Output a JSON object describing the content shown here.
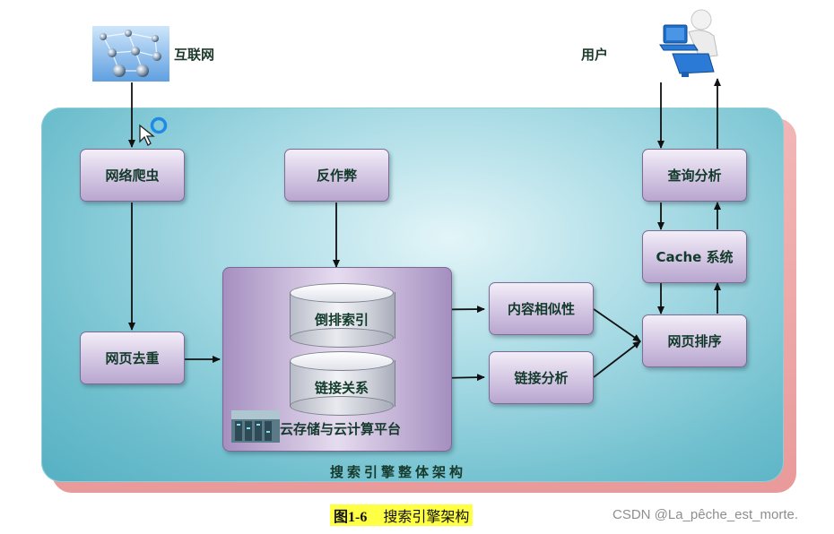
{
  "internet": {
    "label": "互联网",
    "icon": "network-icon"
  },
  "user": {
    "label": "用户",
    "icon": "user-computer-icon"
  },
  "nodes": {
    "crawler": "网络爬虫",
    "anti_spam": "反作弊",
    "dedup": "网页去重",
    "query_analysis": "查询分析",
    "cache": "Cache 系统",
    "ranking": "网页排序",
    "content_similarity": "内容相似性",
    "link_analysis": "链接分析"
  },
  "storage": {
    "inverted_index": "倒排索引",
    "link_relations": "链接关系",
    "platform_label": "云存储与云计算平台",
    "platform_icon": "server-room-icon"
  },
  "panel_title": "搜索引擎整体架构",
  "caption": {
    "figure_no": "图1-6",
    "text": "搜索引擎架构"
  },
  "watermark": "CSDN @La_pêche_est_morte."
}
